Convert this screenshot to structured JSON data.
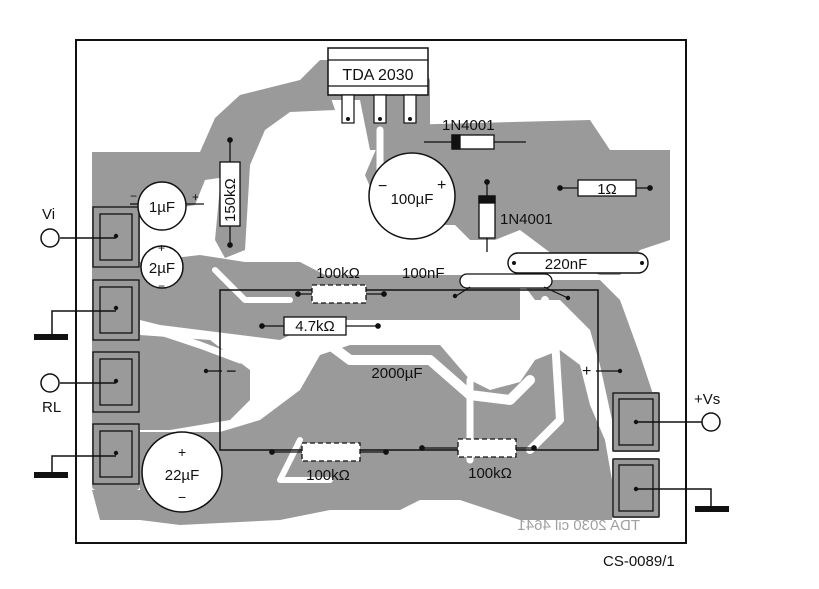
{
  "colors": {
    "copper": "#9a9a9a",
    "board": "#ffffff",
    "ink": "#111111",
    "mirror": "#a0a0a0"
  },
  "ic": {
    "label": "TDA 2030"
  },
  "components": {
    "diode_top": "1N4001",
    "diode_right": "1N4001",
    "resistor_150k": "150kΩ",
    "resistor_1": "1Ω",
    "cap_1u": "1µF",
    "cap_2u": "2µF",
    "cap_100u": "100µF",
    "resistor_100k_top": "100kΩ",
    "cap_100n": "100nF",
    "cap_220n": "220nF",
    "resistor_4k7": "4.7kΩ",
    "cap_2000u": "2000µF",
    "cap_22u": "22µF",
    "resistor_100k_bottom_left": "100kΩ",
    "resistor_100k_bottom_right": "100kΩ"
  },
  "polarity": {
    "minus": "−",
    "plus": "+"
  },
  "terminals": {
    "vi": "Vi",
    "rl": "RL",
    "vs": "+Vs"
  },
  "mirrored_text": "TDA 2030   cil 4641",
  "drawing_code": "CS-0089/1"
}
